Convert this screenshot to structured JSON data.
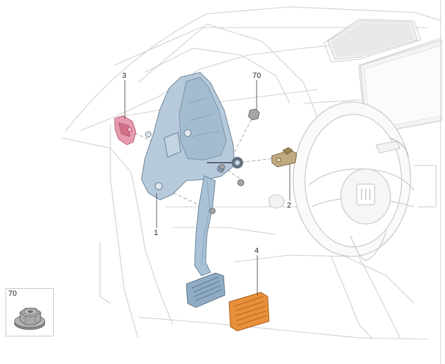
{
  "callouts": {
    "pedal_bracket": "1",
    "sensor": "2",
    "clip": "3",
    "pedal_pad": "4",
    "nut": "70"
  },
  "inset": {
    "label": "70",
    "icon": "flange-nut-icon"
  },
  "colors": {
    "line": "#c8c8c8",
    "pedal_assembly": "#a9c2d8",
    "clip": "#e08ea3",
    "pedal_pad": "#e48b35",
    "sensor": "#b9a27a",
    "nut": "#9a9a9a"
  }
}
